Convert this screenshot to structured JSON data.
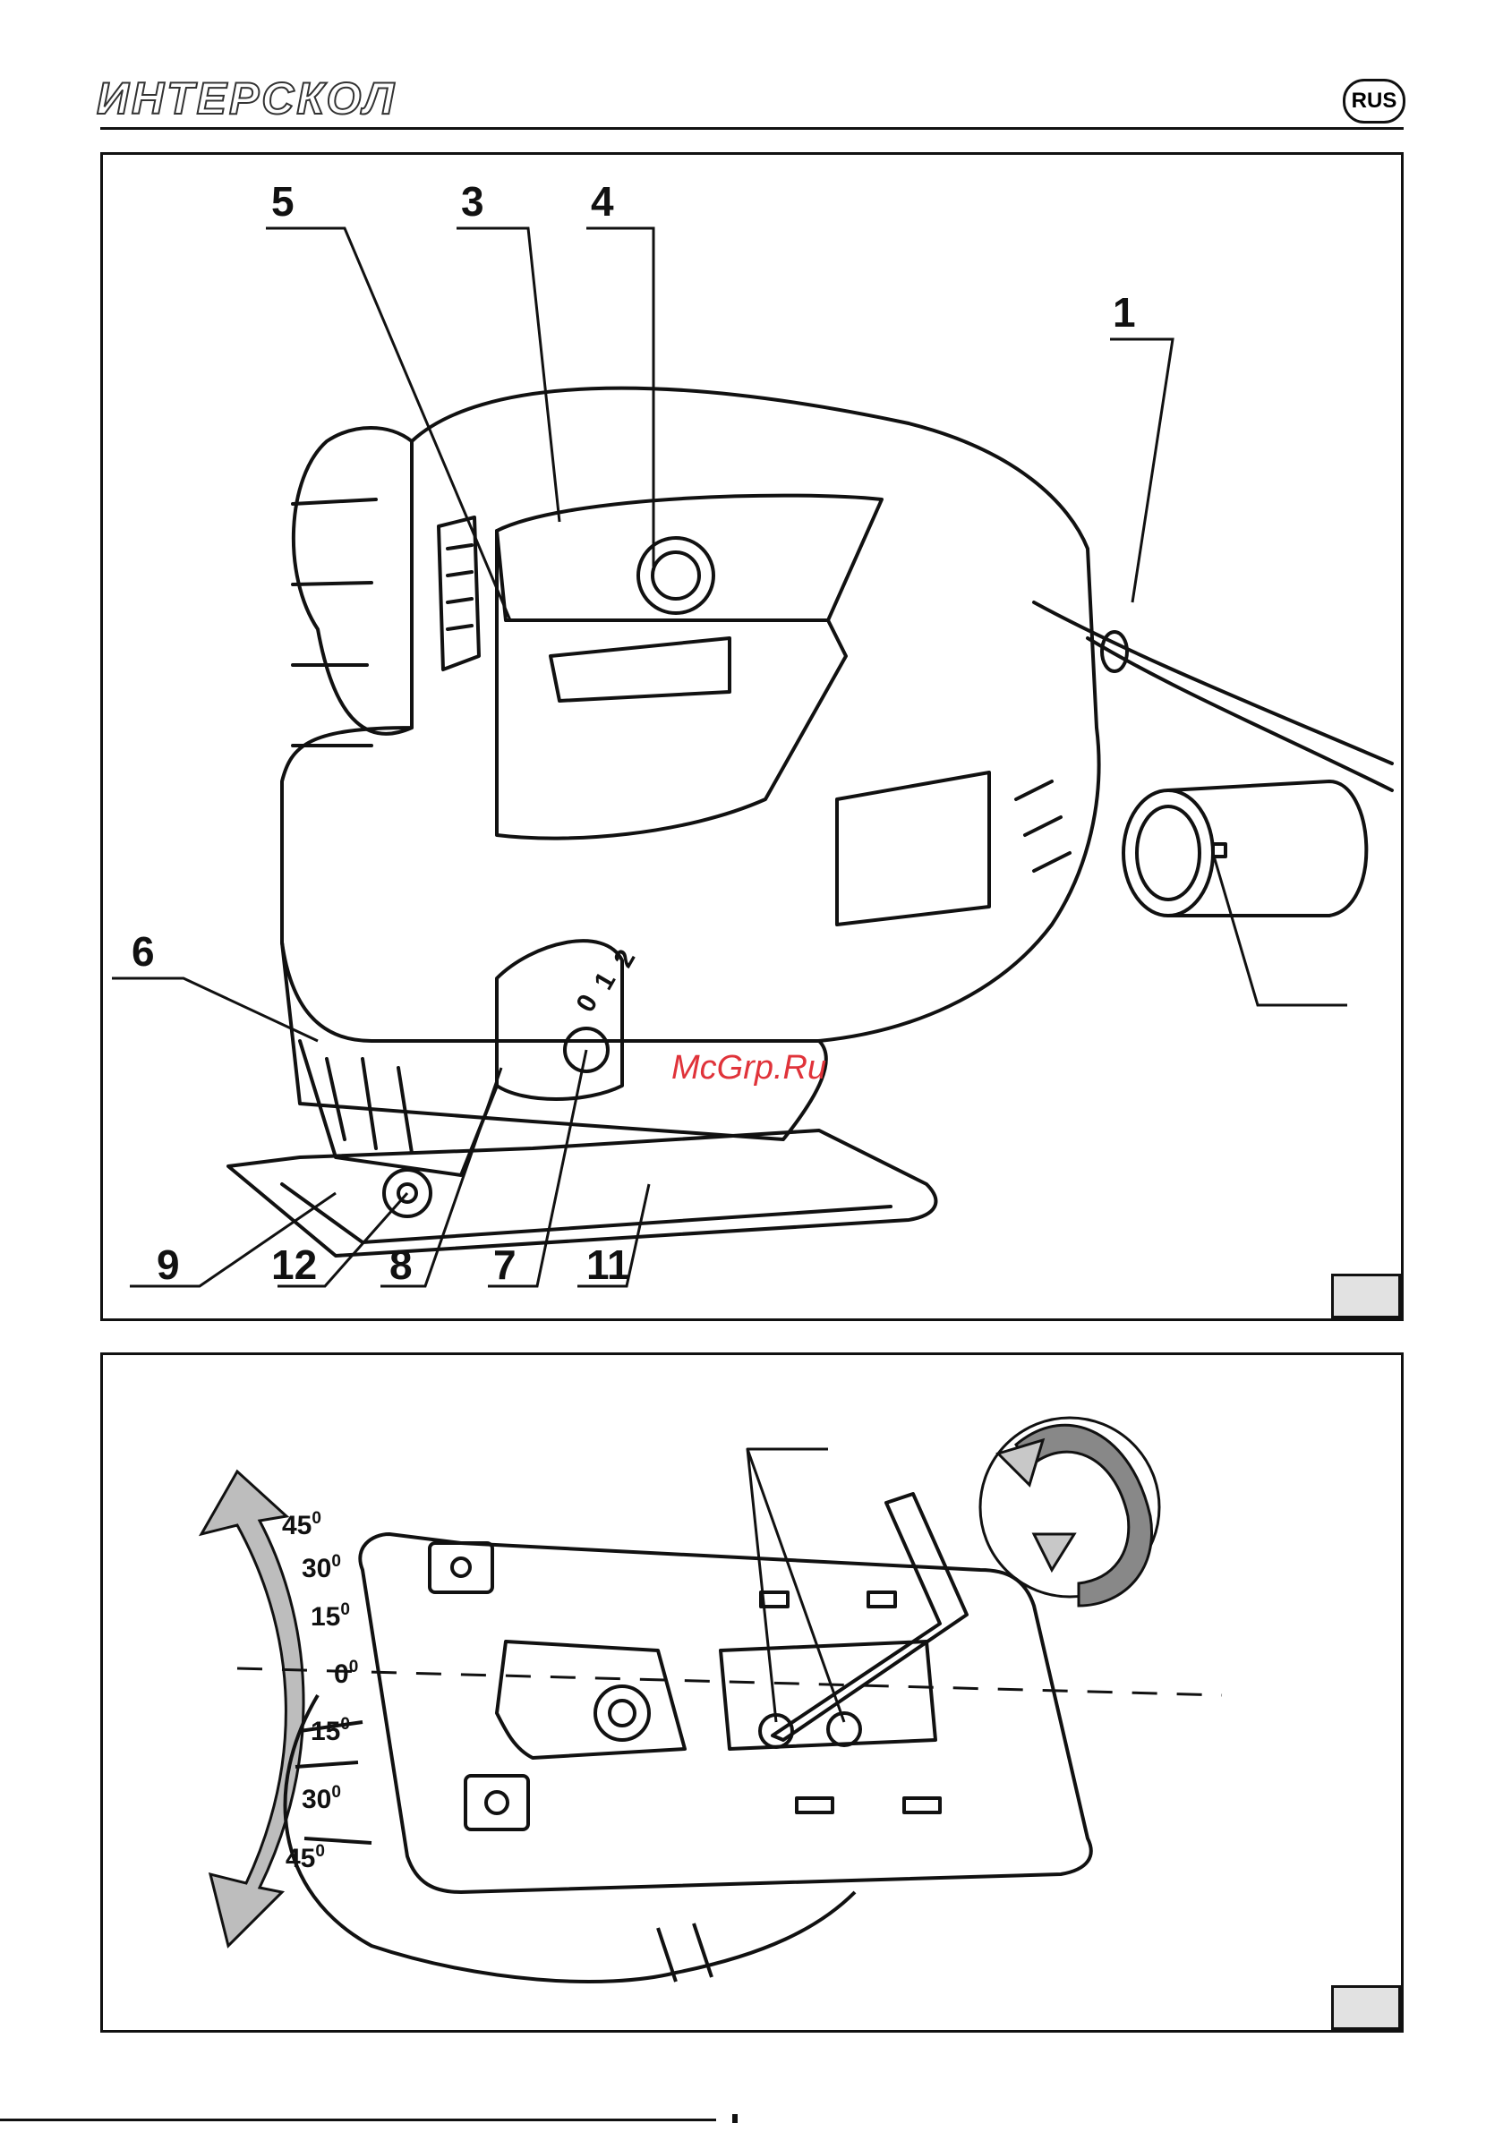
{
  "header": {
    "logo_text": "ИНТЕРСКОЛ",
    "language_badge": "RUS"
  },
  "figure_top": {
    "callouts": [
      "5",
      "3",
      "4",
      "1",
      "6",
      "9",
      "12",
      "8",
      "7",
      "11"
    ],
    "dial_marks": [
      "0",
      "1",
      "2"
    ],
    "watermark": "McGrp.Ru"
  },
  "figure_bottom": {
    "angle_scale": [
      {
        "value": "45",
        "unit": "0"
      },
      {
        "value": "30",
        "unit": "0"
      },
      {
        "value": "15",
        "unit": "0"
      },
      {
        "value": "0",
        "unit": "0"
      },
      {
        "value": "15",
        "unit": "0"
      },
      {
        "value": "30",
        "unit": "0"
      },
      {
        "value": "45",
        "unit": "0"
      }
    ]
  }
}
